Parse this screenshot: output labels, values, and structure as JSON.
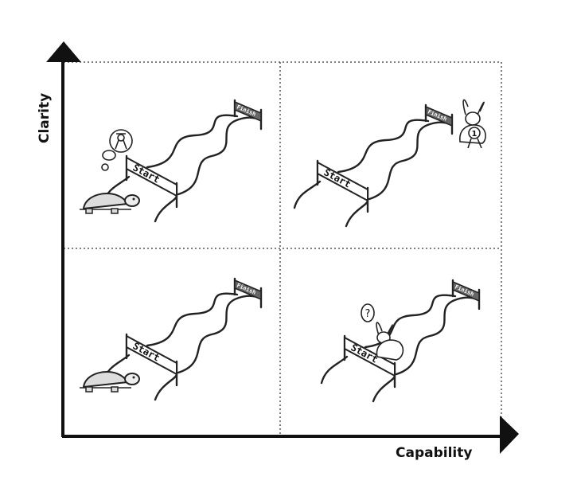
{
  "axes": {
    "y_label": "Clarity",
    "x_label": "Capability"
  },
  "banners": {
    "start": "Start",
    "finish": "Finish"
  },
  "quadrants": [
    {
      "position": "top-left",
      "character": "tortoise",
      "thought": "ribbon-icon"
    },
    {
      "position": "top-right",
      "character": "rabbit",
      "medal": "1"
    },
    {
      "position": "bottom-left",
      "character": "tortoise"
    },
    {
      "position": "bottom-right",
      "character": "rabbit",
      "thought": "?"
    }
  ],
  "colors": {
    "line": "#222222",
    "grid": "#555555",
    "background": "#ffffff"
  }
}
